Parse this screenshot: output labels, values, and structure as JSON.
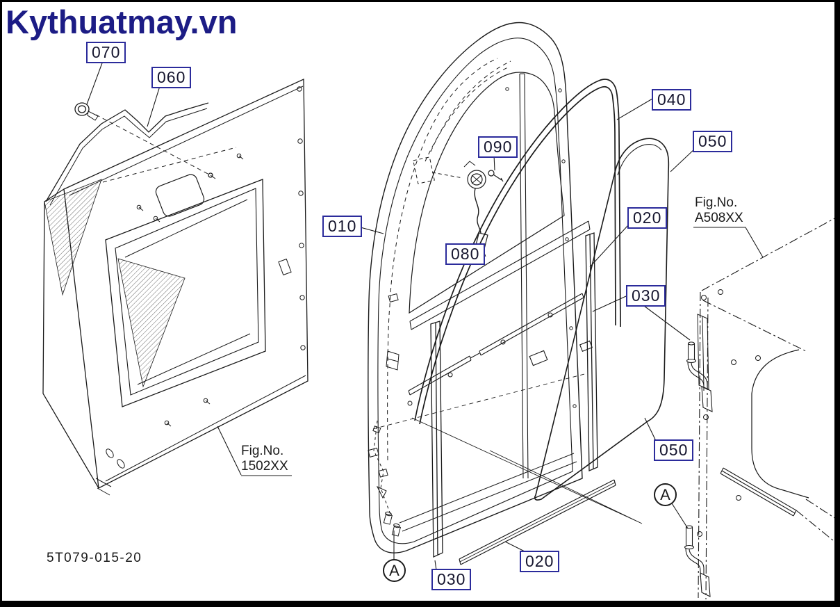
{
  "watermark": {
    "text": "Kythuatmay.vn"
  },
  "drawing_number": "5T079-015-20",
  "callouts": [
    {
      "label": "070"
    },
    {
      "label": "060"
    },
    {
      "label": "040"
    },
    {
      "label": "050"
    },
    {
      "label": "090"
    },
    {
      "label": "010"
    },
    {
      "label": "080"
    },
    {
      "label": "020"
    },
    {
      "label": "030"
    },
    {
      "label": "050"
    },
    {
      "label": "020"
    },
    {
      "label": "030"
    }
  ],
  "detail_markers": [
    {
      "label": "A"
    },
    {
      "label": "A"
    }
  ],
  "figure_refs": [
    {
      "line1": "Fig.No.",
      "line2": "1502XX"
    },
    {
      "line1": "Fig.No.",
      "line2": "A508XX"
    }
  ],
  "colors": {
    "line": "#1a1a1a",
    "callout_border": "#2b2b9b",
    "callout_text": "#15152e",
    "watermark": "#1c1c85",
    "background": "#ffffff",
    "border": "#000000"
  }
}
